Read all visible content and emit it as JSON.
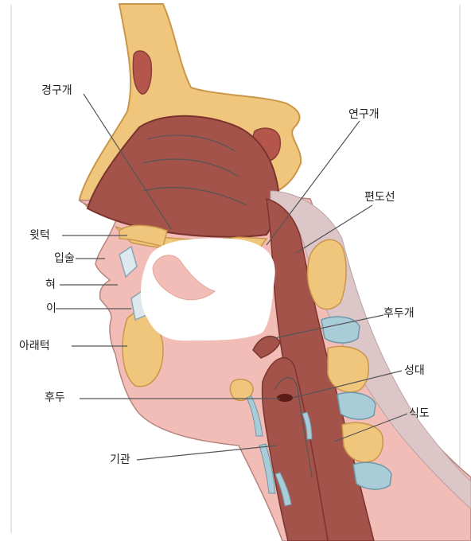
{
  "labels": {
    "hard_palate": "경구개",
    "soft_palate": "연구개",
    "tonsil": "편도선",
    "upper_gum": "윗턱",
    "lips": "입술",
    "tongue": "혀",
    "teeth": "이",
    "lower_jaw": "아래턱",
    "epiglottis": "후두개",
    "vocal_cords": "성대",
    "larynx": "후두",
    "esophagus": "식도",
    "trachea": "기관"
  },
  "colors": {
    "skin": "#f2bdb6",
    "bone": "#f0c57c",
    "bone_outline": "#c9964a",
    "muscle": "#a4534b",
    "muscle_dark": "#8a3e38",
    "cartilage": "#a9ccd9",
    "pharynx_wall": "#dcc6c8",
    "tongue_mask": "#ffffff"
  }
}
